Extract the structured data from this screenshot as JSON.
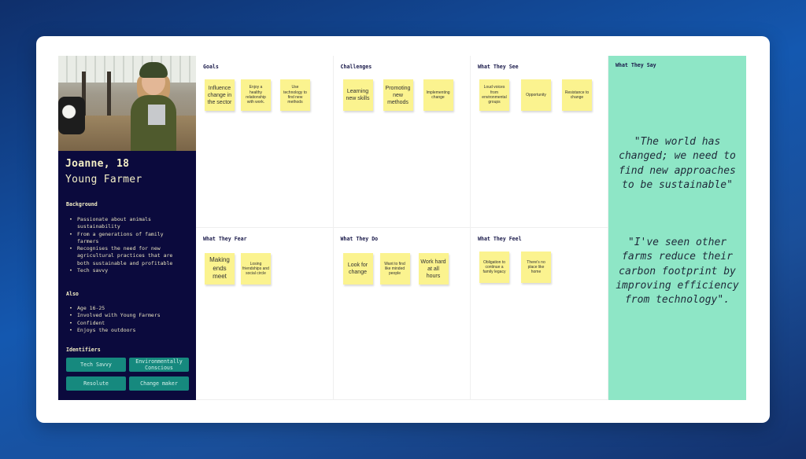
{
  "persona": {
    "name": "Joanne, 18",
    "role": "Young Farmer",
    "background_title": "Background",
    "background": [
      "Passionate about animals sustainability",
      "From a generations of family farmers",
      "Recognises the need for new agricultural practices that are both sustainable and profitable",
      "Tech savvy"
    ],
    "also_title": "Also",
    "also": [
      "Age 16-25",
      "Involved with Young Farmers",
      "Confident",
      "Enjoys the outdoors"
    ],
    "identifiers_title": "Identifiers",
    "identifiers": [
      "Tech Savvy",
      "Environmentally Conscious",
      "Resolute",
      "Change maker"
    ]
  },
  "quadrants": {
    "goals": {
      "title": "Goals",
      "notes": [
        "Influence change in the sector",
        "Enjoy a healthy relationship with work.",
        "Use technology to find new methods"
      ]
    },
    "challenges": {
      "title": "Challenges",
      "notes": [
        "Learning new skills",
        "Promoting new methods",
        "Implementing change"
      ]
    },
    "see": {
      "title": "What They See",
      "notes": [
        "Loud voices from environmental groups",
        "Opportunity",
        "Resistance to change"
      ]
    },
    "fear": {
      "title": "What They Fear",
      "notes": [
        "Making ends meet",
        "Losing friendships and social circle"
      ]
    },
    "do": {
      "title": "What They Do",
      "notes": [
        "Look for change",
        "Want to find like minded people",
        "Work hard at all hours"
      ]
    },
    "feel": {
      "title": "What They Feel",
      "notes": [
        "Obligation to continue a family legacy",
        "There's no place like home"
      ]
    }
  },
  "say": {
    "title": "What They Say",
    "quotes": [
      "\"The world has changed; we need to find new approaches to be sustainable\"",
      "\"I've seen other farms reduce their carbon footprint by improving efficiency from technology\"."
    ]
  },
  "colors": {
    "persona_bg": "#0b0a3d",
    "sticky_note": "#fbf38f",
    "say_bg": "#8ee6c6",
    "tag_bg": "#16897e"
  }
}
